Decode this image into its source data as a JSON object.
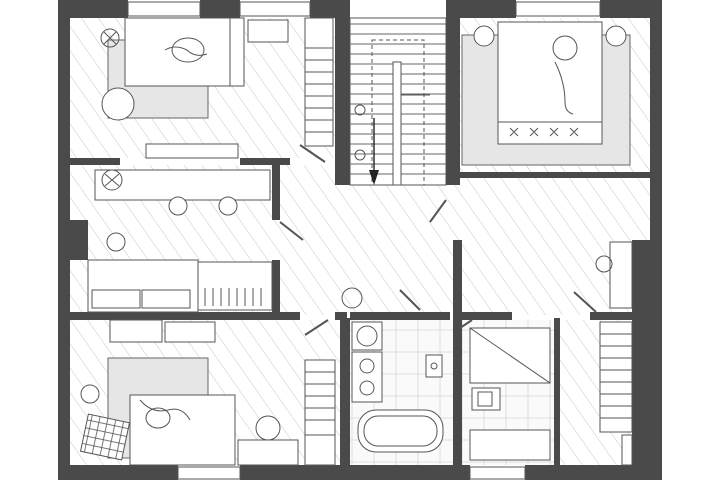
{
  "diagram": {
    "type": "architectural floor plan",
    "rooms": [
      {
        "id": "bedroom-top-left"
      },
      {
        "id": "study-left"
      },
      {
        "id": "living-left"
      },
      {
        "id": "bedroom-bottom-left"
      },
      {
        "id": "stair"
      },
      {
        "id": "hall"
      },
      {
        "id": "master-bedroom-top-right"
      },
      {
        "id": "bathroom-left"
      },
      {
        "id": "bathroom-right"
      },
      {
        "id": "dressing-right"
      }
    ],
    "icons": [
      "stair-arrow-icon",
      "bed-icon",
      "bathtub-icon",
      "toilet-icon",
      "sink-icon",
      "plant-icon",
      "chair-icon",
      "sofa-icon"
    ],
    "colors": {
      "wall": "#4a4a4a",
      "line": "#555555",
      "rug": "#e6e6e6",
      "floor": "#ffffff"
    }
  }
}
